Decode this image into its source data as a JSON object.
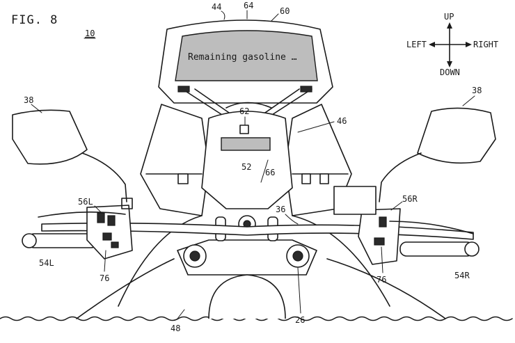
{
  "figure": {
    "title": "FIG. 8",
    "reference": "10"
  },
  "screen": {
    "message": "Remaining gasoline …"
  },
  "compass": {
    "up": "UP",
    "down": "DOWN",
    "left": "LEFT",
    "right": "RIGHT"
  },
  "labels": {
    "l44": "44",
    "l64": "64",
    "l60": "60",
    "l38_left": "38",
    "l38_right": "38",
    "l62": "62",
    "l46": "46",
    "l52": "52",
    "l66": "66",
    "l36": "36",
    "l56L": "56L",
    "l56R": "56R",
    "l54L": "54L",
    "l54R": "54R",
    "l76_left": "76",
    "l76_right": "76",
    "l48": "48",
    "l26": "26"
  }
}
